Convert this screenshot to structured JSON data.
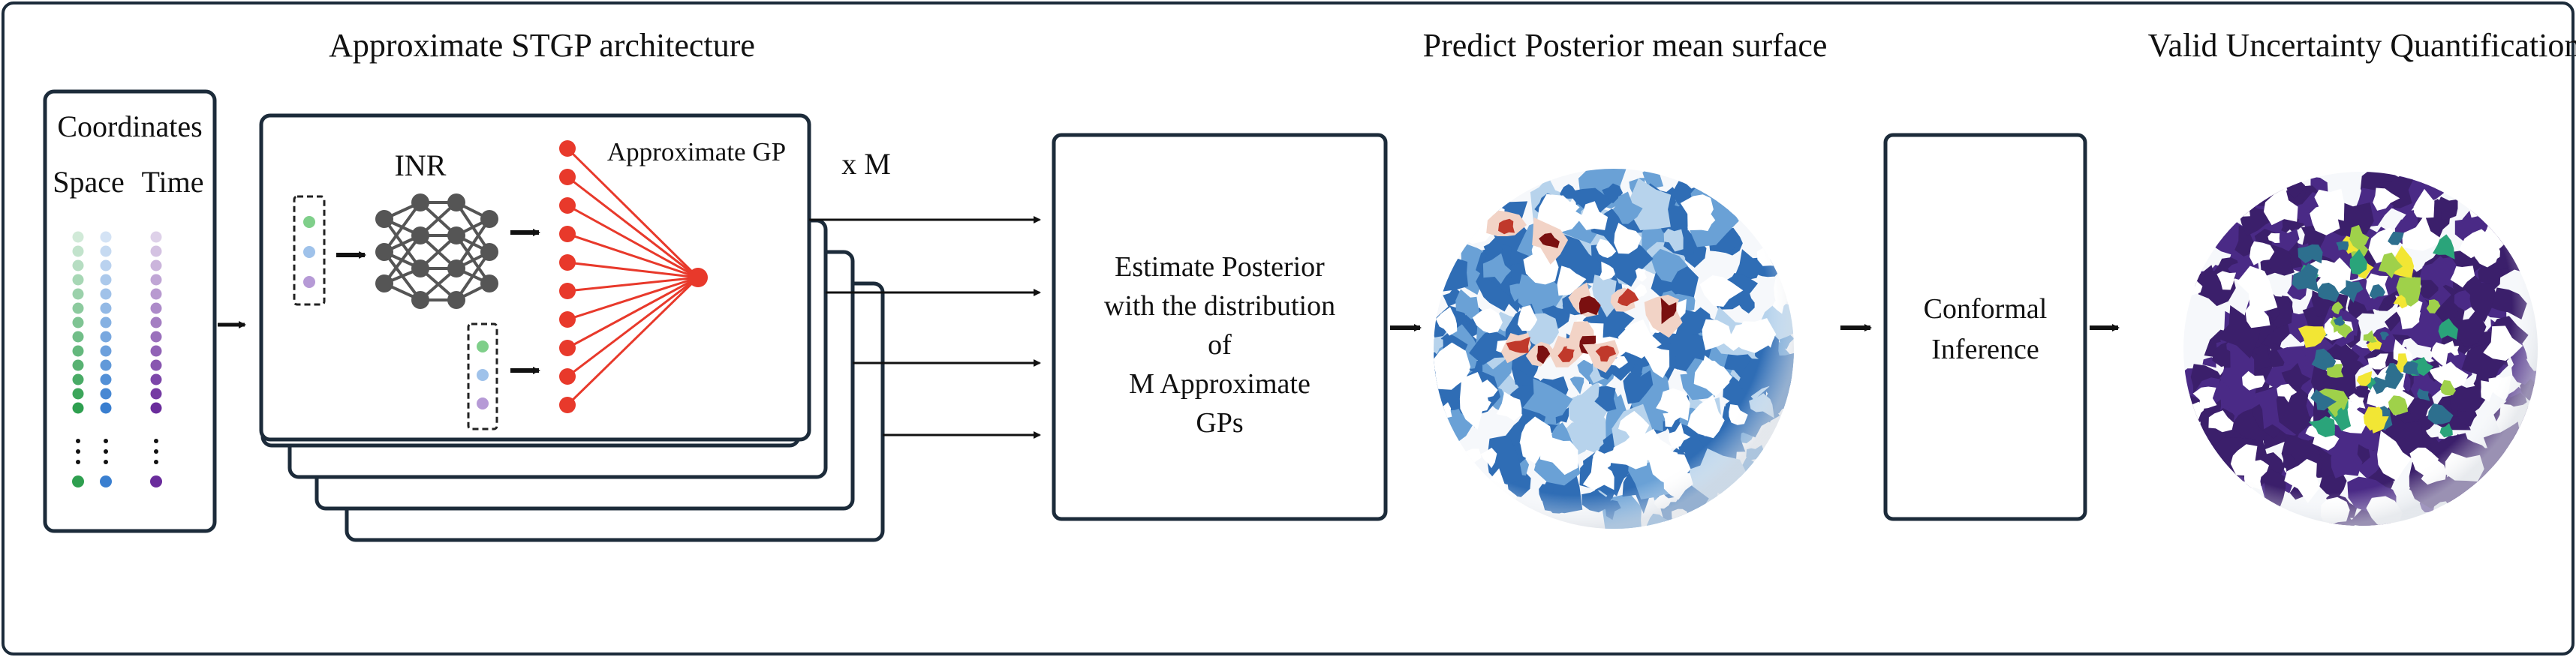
{
  "titles": {
    "architecture": "Approximate STGP architecture",
    "posterior_surface": "Predict Posterior mean surface",
    "uncertainty": "Valid Uncertainty Quantification"
  },
  "coordinates": {
    "title": "Coordinates",
    "space": "Space",
    "time": "Time",
    "colors": {
      "space_green": "#2e9f4f",
      "space_blue": "#3a7fd0",
      "time_purple": "#6a2c9c"
    }
  },
  "network": {
    "inr_label": "INR",
    "gp_label": "Approximate GP",
    "multiplier": "x M",
    "neuron_color": "#555555",
    "gp_color": "#e8392b"
  },
  "estimate_box": {
    "lines": [
      "Estimate Posterior",
      "with the distribution",
      "of",
      "M Approximate",
      "GPs"
    ]
  },
  "conformal_box": {
    "lines": [
      "Conformal",
      "Inference"
    ]
  },
  "globes": {
    "posterior_palette": [
      "#2f6db5",
      "#6aa1d6",
      "#b7d3ec",
      "#f2d3c6",
      "#c0392b",
      "#7a1010"
    ],
    "uncertainty_palette": [
      "#3b1f6b",
      "#4a2a86",
      "#2d6f8e",
      "#2aa47a",
      "#9fd14a",
      "#f2e634"
    ]
  }
}
